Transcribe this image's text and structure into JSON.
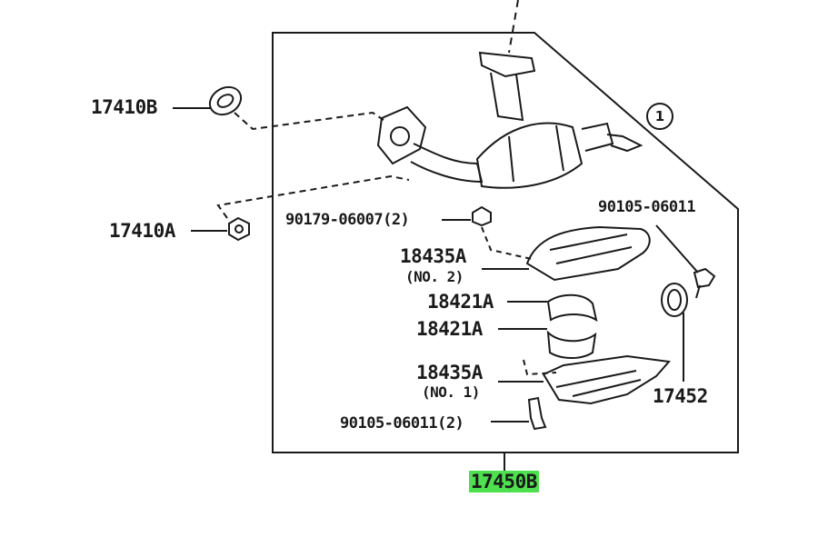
{
  "callout_circle": "1",
  "parts": {
    "gasket_17410b": "17410B",
    "nut_17410a": "17410A",
    "nut_90179": "90179-06007(2)",
    "bolt_90105_top": "90105-06011",
    "cat_no2_code": "18435A",
    "cat_no2_sub": "(NO. 2)",
    "clamp_upper": "18421A",
    "clamp_lower": "18421A",
    "cat_no1_code": "18435A",
    "cat_no1_sub": "(NO. 1)",
    "bolt_90105_bottom": "90105-06011(2)",
    "clamp_17452": "17452",
    "assembly": "17450B"
  },
  "colors": {
    "ink": "#1a1a1a",
    "highlight": "#4ee04e"
  }
}
